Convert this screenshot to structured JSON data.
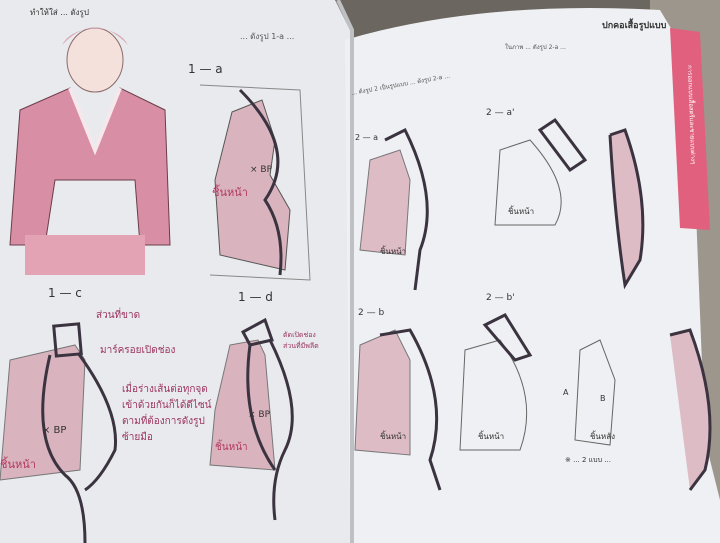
{
  "left_page": {
    "top_text_left": "ทำให้ใส่ ... ดังรูป",
    "top_text_right": "... ดังรูป 1-a ...",
    "figures": {
      "a": {
        "label": "1 — a",
        "piece": "ชิ้นหน้า",
        "bp": "× BP"
      },
      "c": {
        "label": "1 — c",
        "missing_part": "ส่วนที่ขาด",
        "mark": "มาร์ครอยเปิดช่อง",
        "note": [
          "เมื่อร่างเส้นต่อทุกจุด",
          "เข้าด้วยกันก็ได้ดีไซน์",
          "ตามที่ต้องการดังรูป",
          "ซ้ายมือ"
        ],
        "piece": "ชิ้นหน้า",
        "bp": "× BP"
      },
      "d": {
        "label": "1 — d",
        "note": [
          "ตัดเปิดช่อง",
          "ส่วนที่มีพลีต"
        ],
        "piece": "ชิ้นหน้า",
        "bp": "× BP"
      }
    }
  },
  "right_page": {
    "header": "ปกคอเสื้อรูปแบบ",
    "side_tab": "การออกแบบเสื้อสตรีและชายแบบต่างๆ",
    "side_tab_color": "#e0607e",
    "paragraph_left": "... ดังรูป 2 เป็นรูปแบบ ... ดังรูป 2-a ...",
    "paragraph_right": "ในภาพ ... ดังรูป 2-a ...",
    "figures": {
      "a": {
        "label": "2 — a",
        "piece": "ชิ้นหน้า"
      },
      "a_prime": {
        "label": "2 — a'",
        "piece": "ชิ้นหน้า"
      },
      "b": {
        "label": "2 — b",
        "piece": "ชิ้นหน้า"
      },
      "b_prime": {
        "label": "2 — b'",
        "front": "ชิ้นหน้า",
        "back": "ชิ้นหลัง",
        "point_a": "A",
        "point_b": "B",
        "note": "※ ... 2 แบบ ..."
      }
    }
  }
}
